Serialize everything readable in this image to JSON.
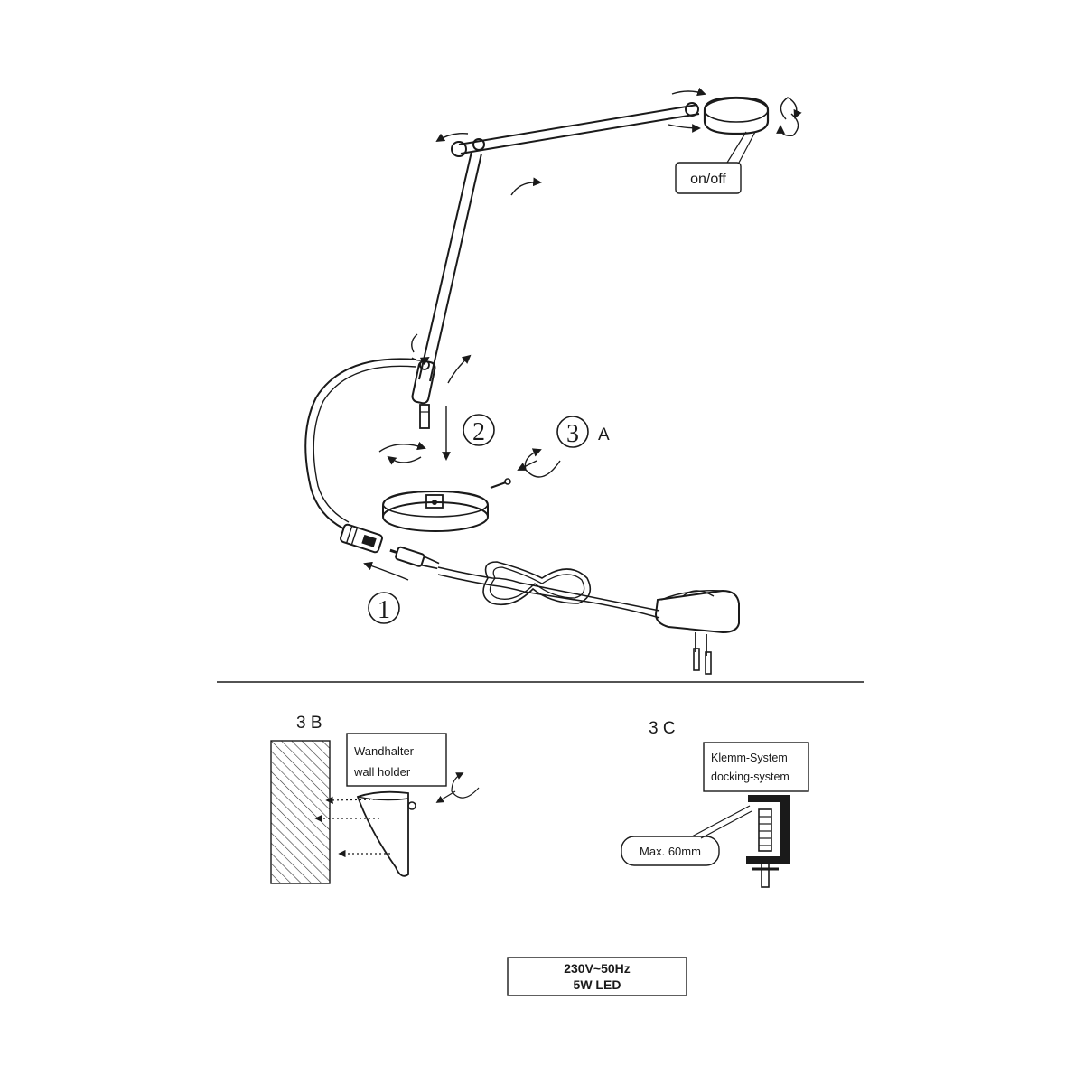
{
  "labels": {
    "on_off": "on/off",
    "step1": "1",
    "step2": "2",
    "step3": "3",
    "step3_suffix": "A",
    "section_3b": "3  B",
    "section_3c": "3  C",
    "wall_holder_de": "Wandhalter",
    "wall_holder_en": "wall holder",
    "docking_de": "Klemm-System",
    "docking_en": "docking-system",
    "max_clamp": "Max. 60mm",
    "spec_voltage": "230V~50Hz",
    "spec_power": "5W LED"
  }
}
